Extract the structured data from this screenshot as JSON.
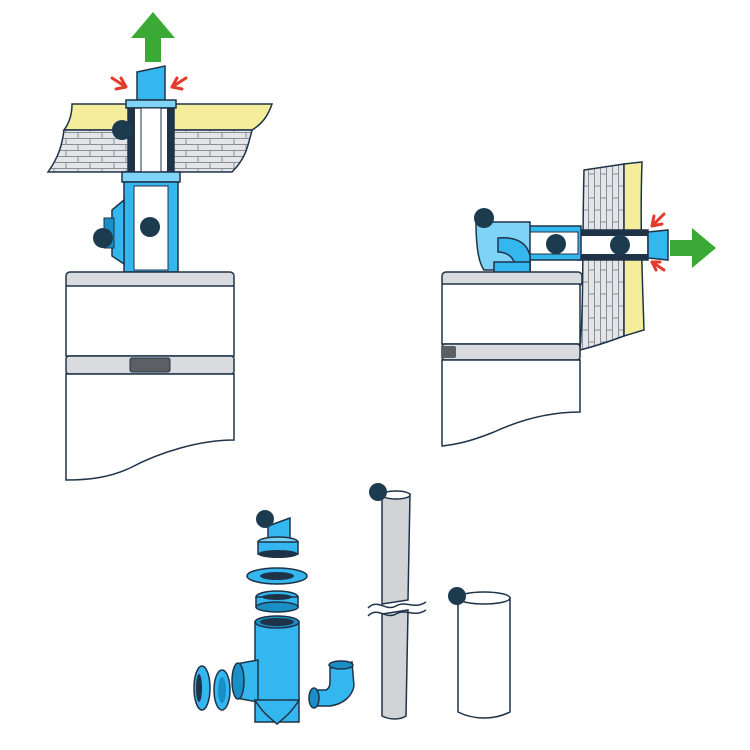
{
  "diagram": {
    "colors": {
      "duct": "#34b6ee",
      "duct_dark": "#1a8fc6",
      "duct_light": "#7fd3f7",
      "outline": "#1f3348",
      "marker": "#1d3b4f",
      "flow_arrow": "#3aa935",
      "intake_arrow": "#e23b2b",
      "insulation": "#f4ee9c",
      "brick_fill": "#e3e5e9",
      "brick_line": "#8a8f96",
      "heater_fill": "#ffffff",
      "heater_band": "#d9dbde",
      "heater_handle": "#5c5f63",
      "pipe_grey": "#d2d3d6",
      "background": "#ffffff"
    },
    "components": [
      {
        "id": "vertical-flue",
        "description_icon": "roof-flue-icon"
      },
      {
        "id": "horizontal-flue",
        "description_icon": "wall-flue-icon"
      },
      {
        "id": "flue-kit-parts",
        "description_icon": "parts-icon"
      },
      {
        "id": "extension-pipe",
        "description_icon": "pipe-icon"
      },
      {
        "id": "short-pipe",
        "description_icon": "pipe-icon"
      }
    ]
  }
}
